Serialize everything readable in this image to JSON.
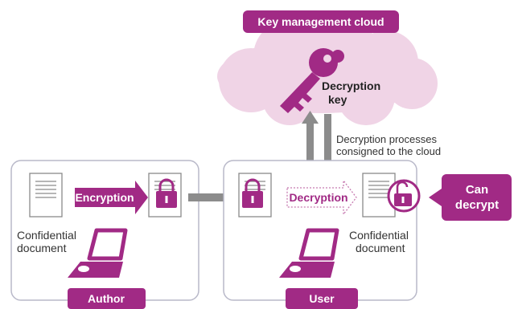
{
  "cloud": {
    "label": "Key management cloud"
  },
  "key": {
    "label_line1": "Decryption",
    "label_line2": "key"
  },
  "consign_note": {
    "line1": "Decryption processes",
    "line2": "consigned to the cloud"
  },
  "author": {
    "label": "Author",
    "encryption_label": "Encryption",
    "doc_caption_line1": "Confidential",
    "doc_caption_line2": "document"
  },
  "user": {
    "label": "User",
    "decryption_label": "Decryption",
    "doc_caption_line1": "Confidential",
    "doc_caption_line2": "document"
  },
  "result": {
    "line1": "Can",
    "line2": "decrypt"
  },
  "colors": {
    "magenta": "#a12a85",
    "cloud": "#f0d4e6",
    "cloud_edge": "#e1b4d0",
    "panel_border": "#b9b9c9",
    "arrow_gray": "#8c8c8c"
  },
  "icons": [
    "cloud-icon",
    "key-icon",
    "document-icon",
    "lock-icon",
    "laptop-icon",
    "unlock-icon"
  ]
}
